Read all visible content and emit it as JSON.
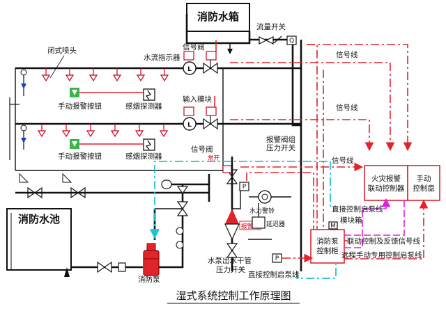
{
  "labels": {
    "fire_tank": "消防水箱",
    "flow_switch": "流量开关",
    "signal_valve_top": "信号阀",
    "water_flow_indicator": "水流指示器",
    "closed_sprinkler": "闭式喷头",
    "signal_line_1": "信号线",
    "manual_alarm_1": "手动报警按钮",
    "smoke_detector_1": "感烟探测器",
    "input_module": "输入模块",
    "signal_line_2": "信号线",
    "manual_alarm_2": "手动报警按钮",
    "smoke_detector_2": "感烟探测器",
    "alarm_valve_group": "报警阀组",
    "pressure_switch_1": "压力开关",
    "signal_valve_mid": "信号阀",
    "normally_open": "常开",
    "signal_line_3": "信号线",
    "fire_alarm_controller": "火灾报警\n联动控制器",
    "manual_control_panel": "手动\n控制盘",
    "water_bell": "水力警铃",
    "delay_device": "延迟器",
    "alarm_valve": "报警阀",
    "direct_start_line_1": "直接控制启泵线",
    "module_box": "模块箱",
    "fire_pool": "消防水池",
    "pump_cabinet": "消防泵\n控制柜",
    "linkage_feedback_line": "联动控制及反馈信号线",
    "remote_manual_line": "远程手动专用控制启泵线",
    "fire_pump": "消防泵",
    "main_pipe_pressure_switch": "水泵出水干管\n压力开关",
    "direct_start_line_2": "直接控制启泵线",
    "module_letter": "M",
    "flow_switch_letter": "Q",
    "p_letter": "P",
    "title": "湿式系统控制工作原理图"
  },
  "colors": {
    "pipe": "#111111",
    "signal": "#e0242a",
    "cyan": "#19c8d4",
    "magenta": "#e020e0",
    "green": "#3cb44b"
  }
}
